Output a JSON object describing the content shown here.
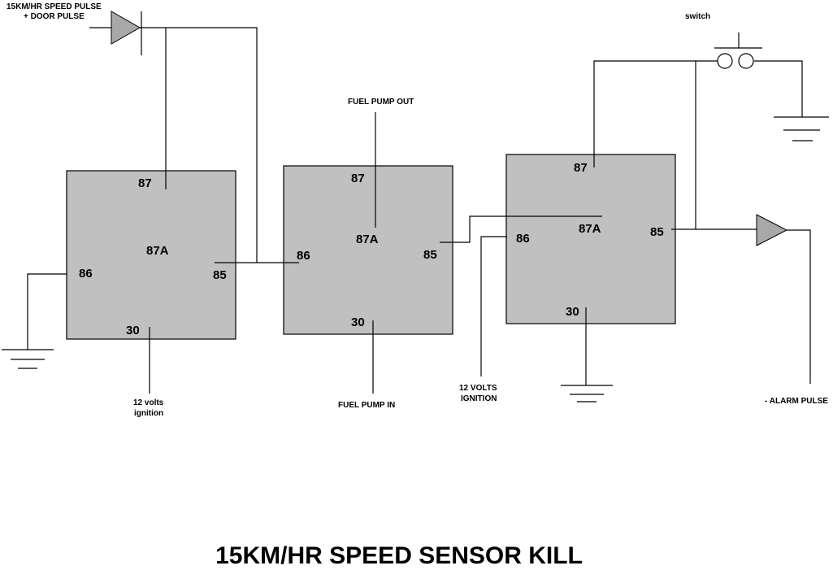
{
  "title": "15KM/HR SPEED SENSOR KILL",
  "labels": {
    "speed_pulse_line1": "15KM/HR SPEED PULSE",
    "speed_pulse_line2": "+ DOOR PULSE",
    "switch": "switch",
    "fuel_pump_out": "FUEL PUMP OUT",
    "fuel_pump_in": "FUEL PUMP IN",
    "ignition1_line1": "12 volts",
    "ignition1_line2": "ignition",
    "ignition3_line1": "12 VOLTS",
    "ignition3_line2": "IGNITION",
    "alarm_pulse": "- ALARM PULSE"
  },
  "relays": [
    {
      "pins": {
        "87": "87",
        "87A": "87A",
        "86": "86",
        "85": "85",
        "30": "30"
      }
    },
    {
      "pins": {
        "87": "87",
        "87A": "87A",
        "86": "86",
        "85": "85",
        "30": "30"
      }
    },
    {
      "pins": {
        "87": "87",
        "87A": "87A",
        "86": "86",
        "85": "85",
        "30": "30"
      }
    }
  ],
  "colors": {
    "relay_fill": "#c0c0c0",
    "line": "#000000",
    "amplifier_fill": "#a8a8a8"
  }
}
